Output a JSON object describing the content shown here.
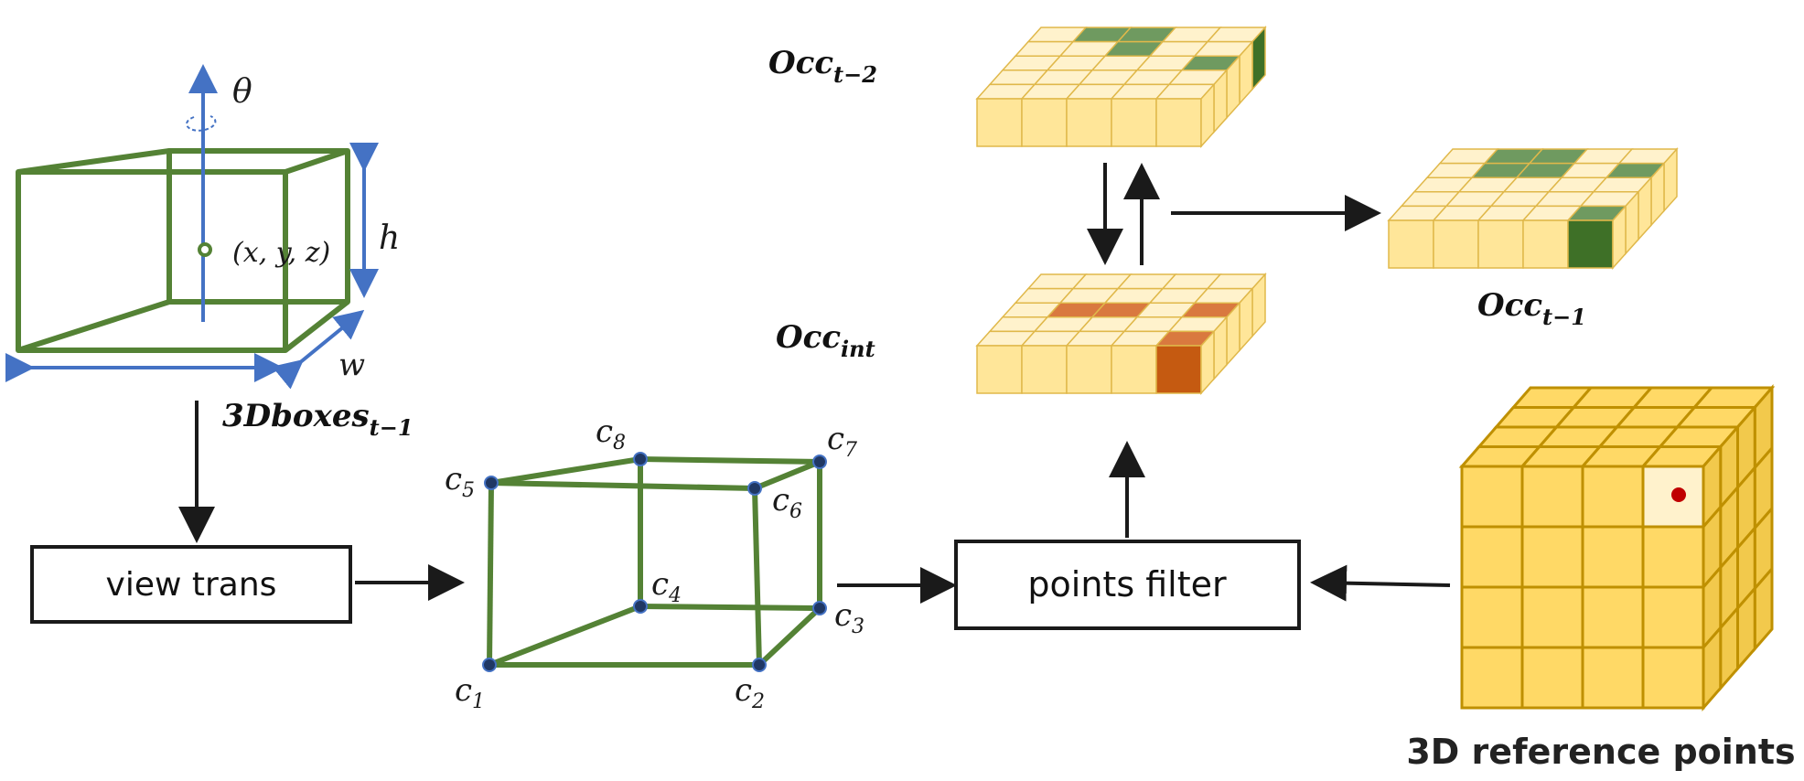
{
  "colors": {
    "box_edge": "#548235",
    "axis_blue": "#4472C4",
    "corner_dot": "#203864",
    "cell_light": "#FFE699",
    "cell_light_top": "#FFF2CC",
    "cell_green": "#6F9A60",
    "cell_green_dark": "#3E7027",
    "cell_orange": "#D9793F",
    "cell_orange_dark": "#C55A11",
    "ref_cube_face": "#FFD966",
    "ref_cube_edge": "#BF9000",
    "red_point": "#C00000",
    "arrow": "#1a1a1a"
  },
  "box3d": {
    "theta": "θ",
    "center": "(x, y, z)",
    "h": "h",
    "w": "w",
    "label_main": "3Dboxes",
    "label_sub": "t−1"
  },
  "view_trans": {
    "label": "view trans"
  },
  "points_filter": {
    "label": "points filter"
  },
  "corners": [
    {
      "base": "c",
      "sub": "1"
    },
    {
      "base": "c",
      "sub": "2"
    },
    {
      "base": "c",
      "sub": "3"
    },
    {
      "base": "c",
      "sub": "4"
    },
    {
      "base": "c",
      "sub": "5"
    },
    {
      "base": "c",
      "sub": "6"
    },
    {
      "base": "c",
      "sub": "7"
    },
    {
      "base": "c",
      "sub": "8"
    }
  ],
  "occ_t2": {
    "main": "Occ",
    "sub": "t−2"
  },
  "occ_int": {
    "main": "Occ",
    "sub": "int"
  },
  "occ_t1": {
    "main": "Occ",
    "sub": "t−1"
  },
  "ref_points": {
    "label": "3D reference points"
  }
}
